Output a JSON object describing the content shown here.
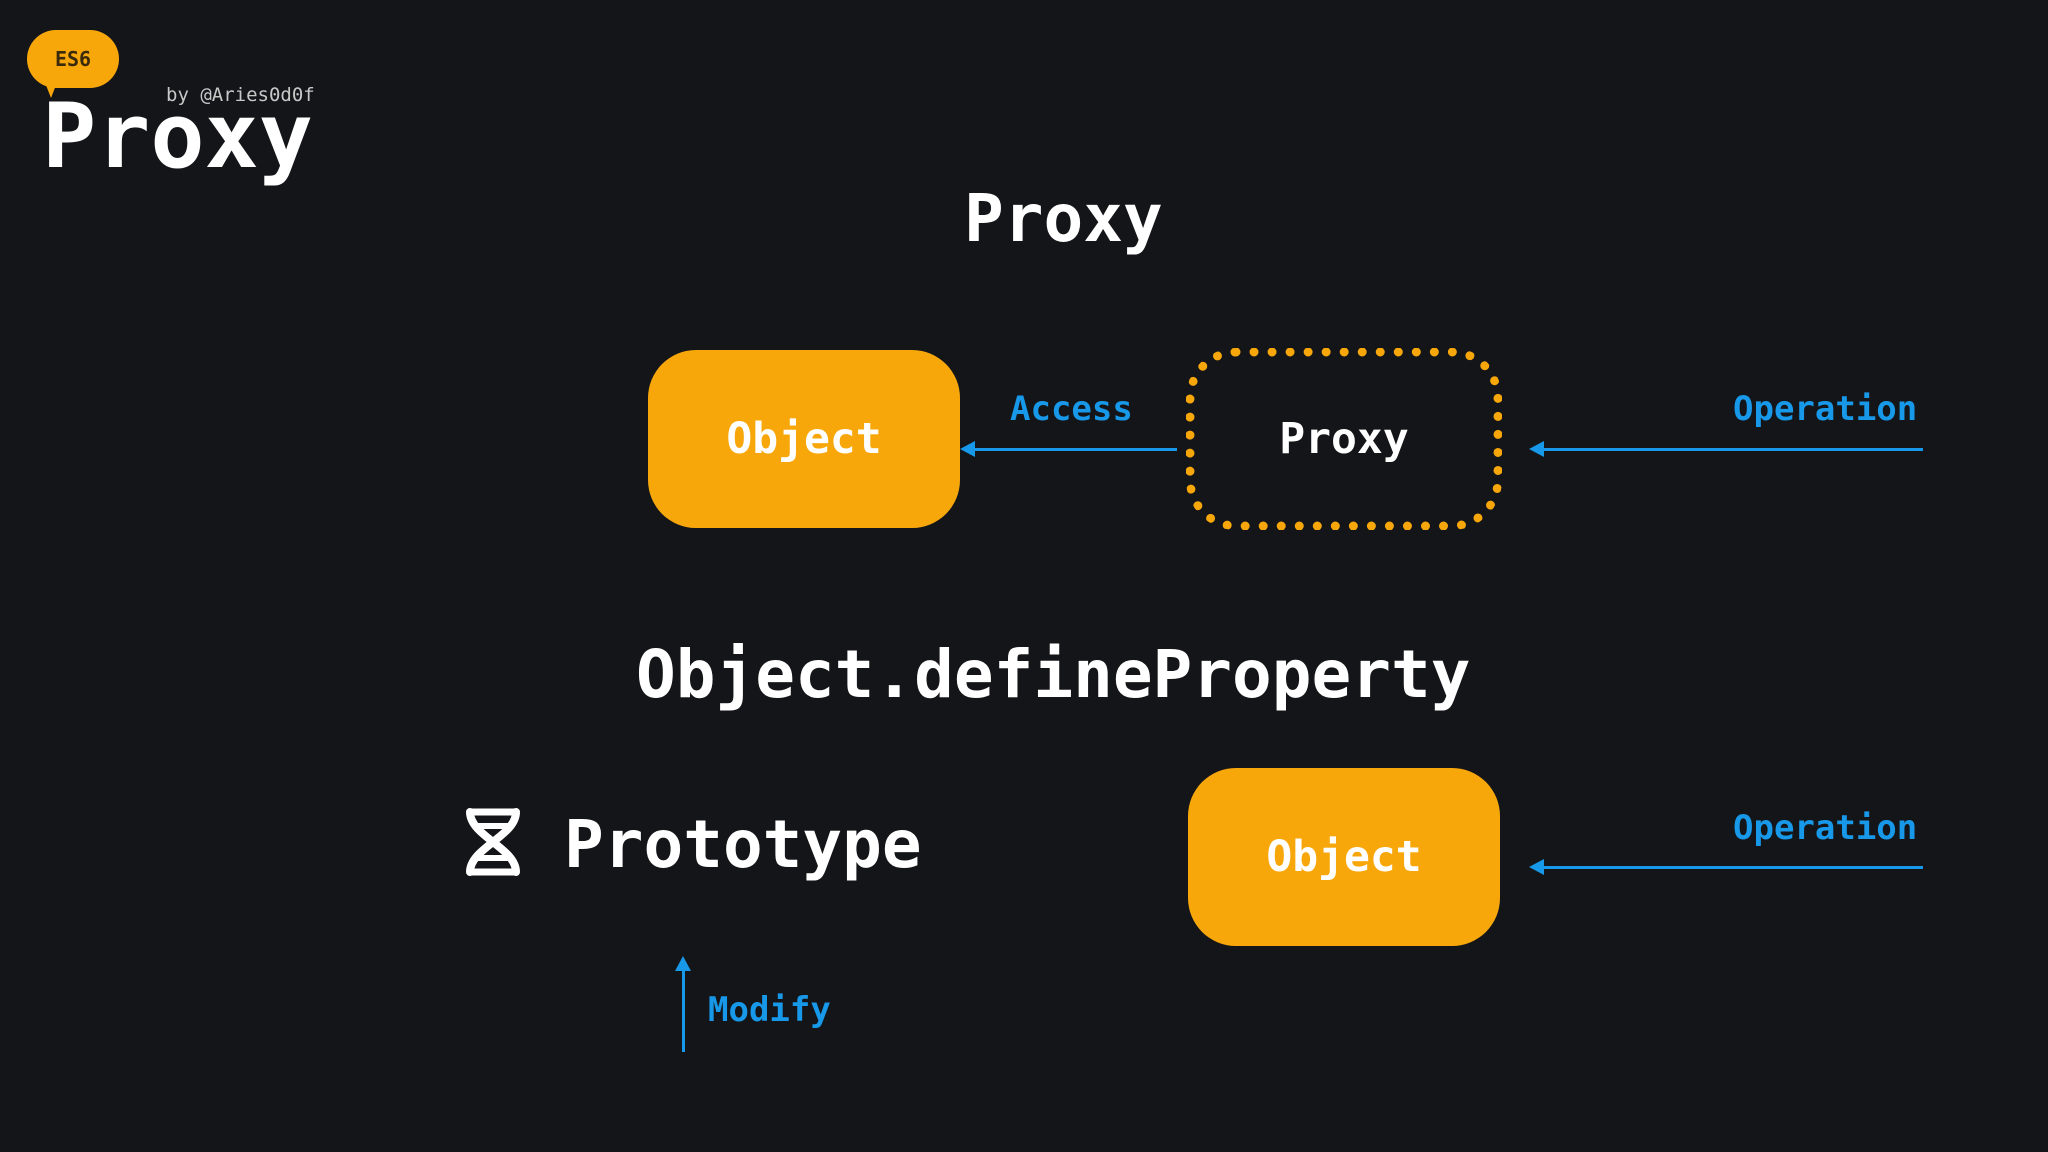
{
  "header": {
    "badge": "ES6",
    "author": "by @Aries0d0f",
    "title": "Proxy"
  },
  "diagram": {
    "proxy_section": {
      "title": "Proxy",
      "object_label": "Object",
      "proxy_label": "Proxy",
      "access_label": "Access",
      "operation_label": "Operation"
    },
    "define_property_section": {
      "title": "Object.defineProperty",
      "object_label": "Object",
      "operation_label": "Operation",
      "prototype_label": "Prototype",
      "modify_label": "Modify"
    }
  },
  "colors": {
    "background": "#141518",
    "accent_orange": "#f8a70b",
    "arrow_blue": "#1798e8",
    "text": "#ffffff"
  },
  "icons": [
    "dna-icon"
  ]
}
